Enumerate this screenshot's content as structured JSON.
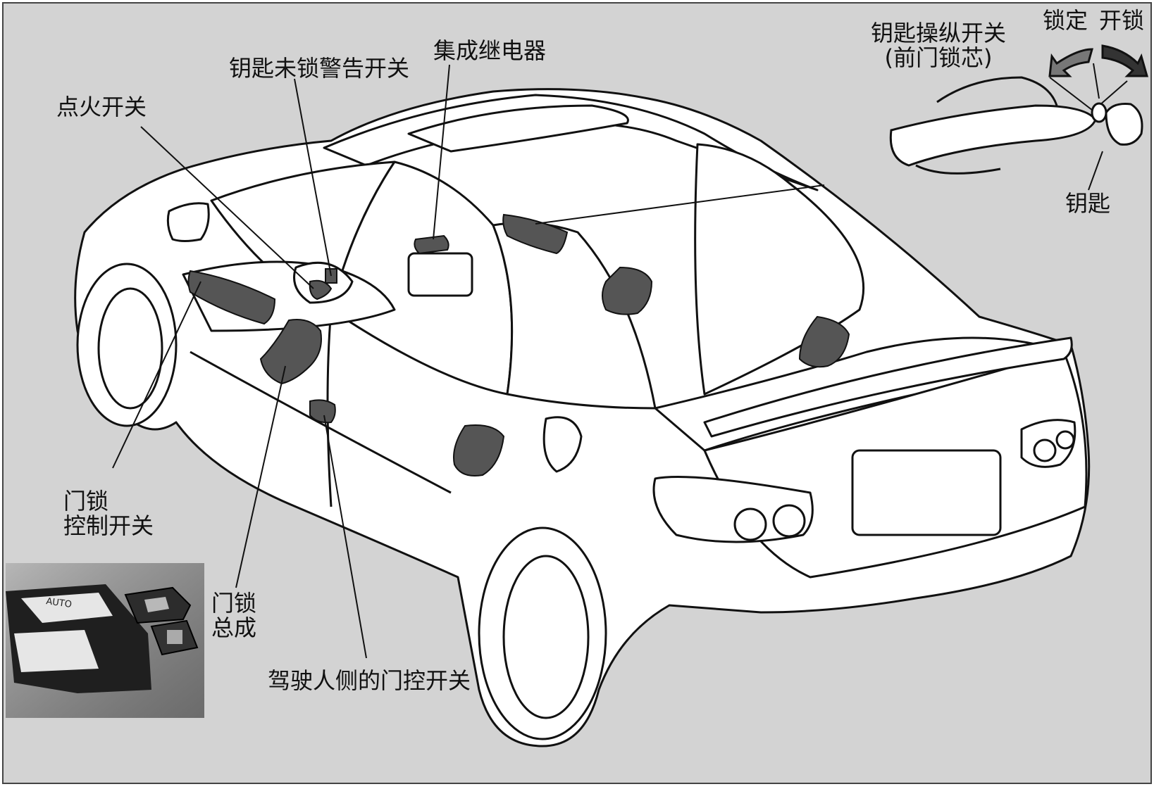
{
  "labels": {
    "ignition_switch": "点火开关",
    "key_unlock_warning_switch": "钥匙未锁警告开关",
    "integration_relay": "集成继电器",
    "key_cylinder_switch_line1": "钥匙操纵开关",
    "key_cylinder_switch_line2": "(前门锁芯)",
    "lock": "锁定",
    "unlock": "开锁",
    "key": "钥匙",
    "door_lock_control_switch_line1": "门锁",
    "door_lock_control_switch_line2": "控制开关",
    "door_lock_assembly_line1": "门锁",
    "door_lock_assembly_line2": "总成",
    "driver_side_courtesy_switch": "驾驶人侧的门控开关"
  },
  "inset": {
    "auto_text": "AUTO"
  },
  "colors": {
    "background": "#d3d3d3",
    "component_fill": "#555555",
    "line": "#111111",
    "body_fill": "#ffffff"
  }
}
